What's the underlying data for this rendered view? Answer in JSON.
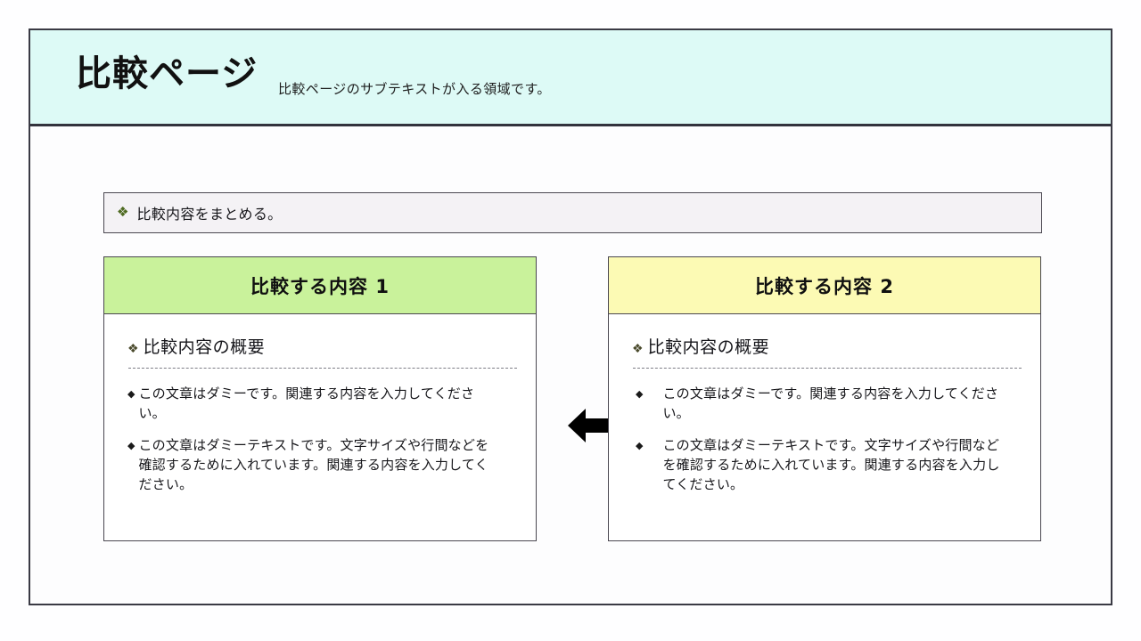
{
  "slide": {
    "header": {
      "title": "比較ページ",
      "subtitle": "比較ページのサブテキストが入る領域です。"
    },
    "summary": {
      "bullet_icon": "diamond-bullet",
      "text": "比較内容をまとめる。"
    },
    "center_icon": "double-arrow-horizontal-icon",
    "cards": [
      {
        "header_label": "比較する内容 1",
        "header_color": "#c9f29b",
        "sub_heading": "比較内容の概要",
        "sub_bullet_icon": "diamond-bullet",
        "bullets": [
          "この文章はダミーです。関連する内容を入力してください。",
          "この文章はダミーテキストです。文字サイズや行間などを確認するために入れています。関連する内容を入力してください。"
        ]
      },
      {
        "header_label": "比較する内容 2",
        "header_color": "#fcfab4",
        "sub_heading": "比較内容の概要",
        "sub_bullet_icon": "diamond-bullet",
        "bullets": [
          "この文章はダミーです。関連する内容を入力してください。",
          "この文章はダミーテキストです。文字サイズや行間などを確認するために入れています。関連する内容を入力してください。"
        ]
      }
    ],
    "bullet_glyphs": {
      "summary": "❖",
      "sub_heading": "❖",
      "list_item": "◆"
    }
  }
}
